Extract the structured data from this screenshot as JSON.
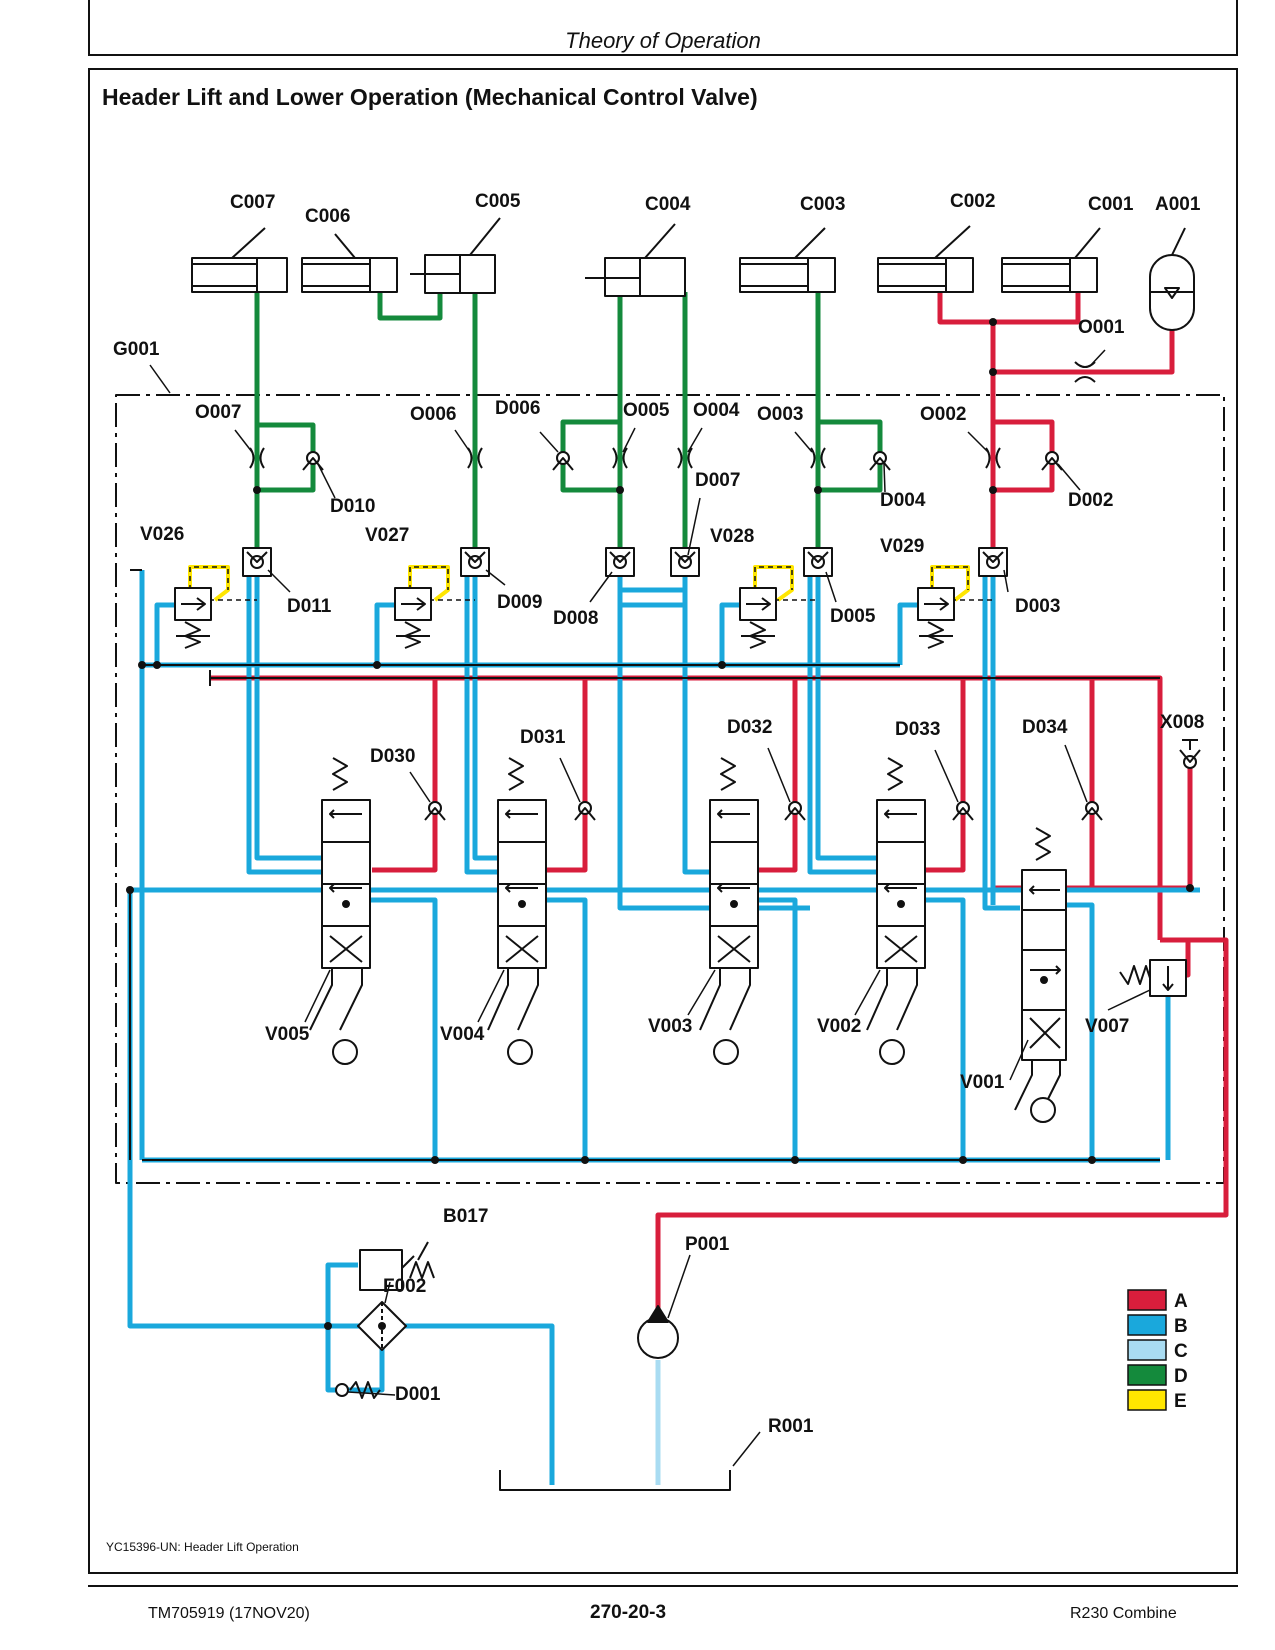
{
  "section_header": "Theory of Operation",
  "diagram_title": "Header Lift and Lower Operation (Mechanical Control Valve)",
  "caption": "YC15396-UN: Header Lift Operation",
  "footer": {
    "doc_id": "TM705919 (17NOV20)",
    "page_number": "270-20-3",
    "product": "R230 Combine"
  },
  "labels": {
    "C007": "C007",
    "C006": "C006",
    "C005": "C005",
    "C004": "C004",
    "C003": "C003",
    "C002": "C002",
    "C001": "C001",
    "A001": "A001",
    "G001": "G001",
    "O001": "O001",
    "O002": "O002",
    "O003": "O003",
    "O004": "O004",
    "O005": "O005",
    "O006": "O006",
    "O007": "O007",
    "D001": "D001",
    "D002": "D002",
    "D003": "D003",
    "D004": "D004",
    "D005": "D005",
    "D006": "D006",
    "D007": "D007",
    "D008": "D008",
    "D009": "D009",
    "D010": "D010",
    "D011": "D011",
    "D030": "D030",
    "D031": "D031",
    "D032": "D032",
    "D033": "D033",
    "D034": "D034",
    "V001": "V001",
    "V002": "V002",
    "V003": "V003",
    "V004": "V004",
    "V005": "V005",
    "V007": "V007",
    "V026": "V026",
    "V027": "V027",
    "V028": "V028",
    "V029": "V029",
    "X008": "X008",
    "B017": "B017",
    "F002": "F002",
    "P001": "P001",
    "R001": "R001"
  },
  "legend": [
    {
      "label": "A",
      "color": "#d81e3c"
    },
    {
      "label": "B",
      "color": "#1aa8dc"
    },
    {
      "label": "C",
      "color": "#a9dcf2"
    },
    {
      "label": "D",
      "color": "#148a3c"
    },
    {
      "label": "E",
      "color": "#ffe600"
    }
  ]
}
